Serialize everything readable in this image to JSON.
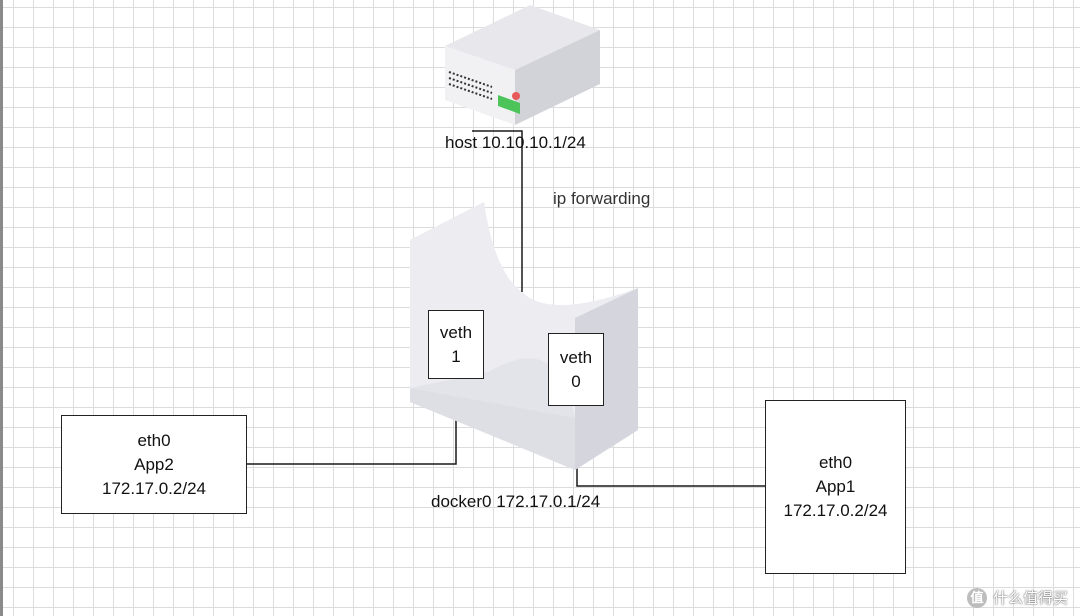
{
  "host": {
    "label": "host 10.10.10.1/24"
  },
  "forwarding": {
    "label": "ip forwarding"
  },
  "bridge": {
    "label": "docker0 172.17.0.1/24"
  },
  "veth1": {
    "line1": "veth",
    "line2": "1"
  },
  "veth0": {
    "line1": "veth",
    "line2": "0"
  },
  "app2": {
    "iface": "eth0",
    "name": "App2",
    "ip": "172.17.0.2/24"
  },
  "app1": {
    "iface": "eth0",
    "name": "App1",
    "ip": "172.17.0.2/24"
  },
  "watermark": {
    "badge": "值",
    "text": "什么值得买"
  },
  "colors": {
    "grid": "#dcdcdc",
    "device_top": "#e6e6ea",
    "device_side": "#cfcfd6",
    "device_front": "#f0f0f3",
    "bridge_face": "#ebebf0",
    "bridge_shade": "#d9d9e0",
    "led_red": "#e85a5a",
    "led_green": "#4cc45a"
  }
}
